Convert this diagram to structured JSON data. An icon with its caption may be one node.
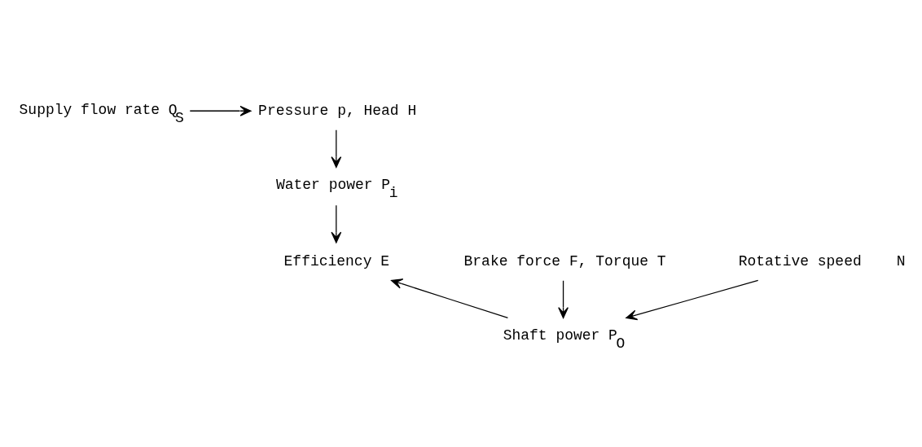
{
  "diagram": {
    "nodes": [
      {
        "text": [
          "Supply flow rate Q$_{S}$"
        ]
      },
      {
        "text": [
          "Pressure p, Head H"
        ]
      },
      {
        "text": [
          "Water power P$_{i}$"
        ]
      },
      {
        "text": [
          "Brake force F, Torque T"
        ]
      },
      {
        "text": [
          "Efficiency E"
        ]
      },
      {
        "text": [
          "Shaft power P$_{O}$"
        ]
      },
      {
        "text": [
          "Rotative speed    N"
        ]
      }
    ],
    "edges": [
      {
        "from": 0,
        "to": 1,
        "arrow": "to"
      },
      {
        "from": 1,
        "to": 2,
        "arrow": "to"
      },
      {
        "from": 2,
        "to": 4,
        "arrow": "to"
      },
      {
        "from": 5,
        "to": 4,
        "arrow": "to"
      },
      {
        "from": 3,
        "to": 5,
        "arrow": "to"
      },
      {
        "from": 6,
        "to": 5,
        "arrow": "to"
      }
    ]
  }
}
